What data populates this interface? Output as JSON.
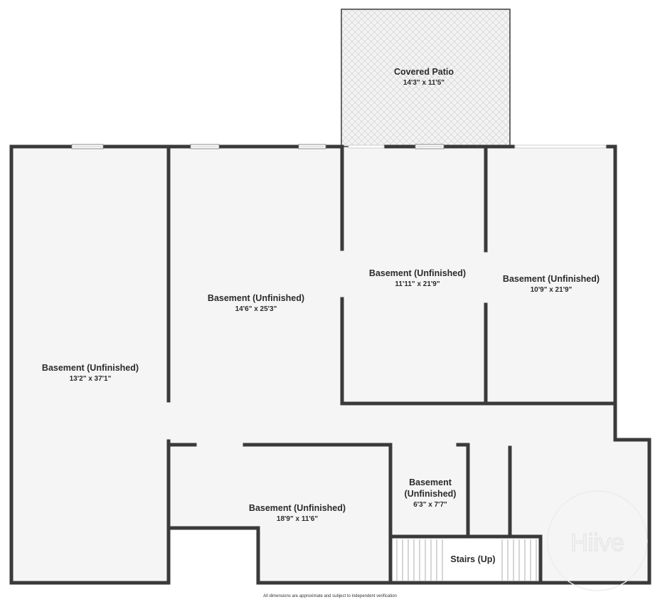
{
  "rooms": {
    "patio": {
      "name": "Covered Patio",
      "dims": "14'3\" x 11'5\""
    },
    "basement_left": {
      "name": "Basement (Unfinished)",
      "dims": "13'2\" x 37'1\""
    },
    "basement_center": {
      "name": "Basement (Unfinished)",
      "dims": "14'6\" x 25'3\""
    },
    "basement_mid_right": {
      "name": "Basement (Unfinished)",
      "dims": "11'11\" x 21'9\""
    },
    "basement_right": {
      "name": "Basement (Unfinished)",
      "dims": "10'9\" x 21'9\""
    },
    "basement_bottom": {
      "name": "Basement (Unfinished)",
      "dims": "18'9\" x 11'6\""
    },
    "basement_small": {
      "name_line1": "Basement",
      "name_line2": "(Unfinished)",
      "dims": "6'3\" x 7'7\""
    },
    "stairs": {
      "name": "Stairs (Up)"
    }
  },
  "footnote": "All dimensions are approximate and subject to independent verification",
  "watermark": "Hiive",
  "colors": {
    "wall": "#3a3a3a",
    "floor": "#f5f5f5",
    "patio": "#f0f0f0",
    "window": "#cfcfcf"
  }
}
